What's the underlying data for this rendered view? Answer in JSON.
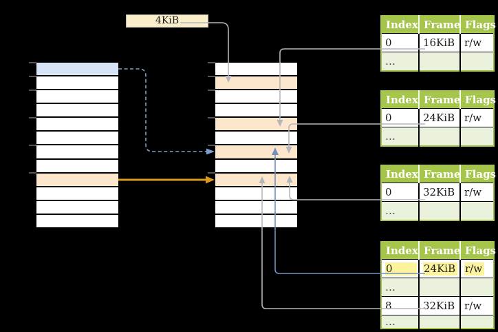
{
  "diagram": {
    "page_size_label": "4KiB",
    "table_headers": [
      "Index",
      "Frame",
      "Flags"
    ],
    "tables": [
      {
        "rows": [
          [
            "0",
            "16KiB",
            "r/w"
          ],
          [
            "…",
            "",
            ""
          ]
        ]
      },
      {
        "rows": [
          [
            "0",
            "24KiB",
            "r/w"
          ],
          [
            "…",
            "",
            ""
          ]
        ]
      },
      {
        "rows": [
          [
            "0",
            "32KiB",
            "r/w"
          ],
          [
            "…",
            "",
            ""
          ]
        ]
      },
      {
        "rows": [
          [
            "0",
            "24KiB",
            "r/w"
          ],
          [
            "…",
            "",
            ""
          ],
          [
            "8",
            "32KiB",
            "r/w"
          ],
          [
            "…",
            "",
            ""
          ]
        ]
      }
    ],
    "left_column": {
      "row_count": 12,
      "blue_row_index": 0,
      "orange_row_index": 8
    },
    "middle_column": {
      "row_count": 12,
      "orange_row_indices": [
        1,
        4,
        6,
        8
      ]
    },
    "connections": [
      "4KiB-label -> middle-row-2 (gray, down)",
      "left-blue-row -> middle-row-7 (dashed blue, right)",
      "left-orange-row -> middle-row-9 (gold, right)",
      "table-16KiB-row-0 -> middle-row-5 (gray, down)",
      "table-24KiB-row-0 -> middle-row-7 (gray, down)",
      "table-32KiB-row-0 -> middle-row-9 (gray, up)",
      "table-4-row-0-24KiB -> middle-row-7 (blue, up)",
      "table-4-row-8-32KiB -> middle-row-9 (gray, up)"
    ],
    "colors": {
      "background": "#000000",
      "header_green": "#a5c64a",
      "row_light_green": "#eaf1dc",
      "highlight_yellow": "#fcf39c",
      "row_orange": "#fde7cc",
      "row_blue": "#d7e3f6",
      "label_cream": "#fbeecb",
      "arrow_gray": "#b5b5bc",
      "arrow_blue": "#7191c1",
      "arrow_dashed_blue": "#7ba2d1",
      "arrow_gold": "#d9991e"
    }
  }
}
